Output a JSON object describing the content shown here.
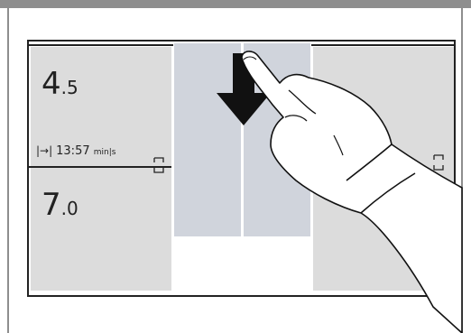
{
  "display": {
    "top_value": {
      "main": "4",
      "decimal": ".5"
    },
    "bottom_value": {
      "main": "7",
      "decimal": ".0"
    },
    "timer": {
      "symbol": "|→|",
      "time": "13:57",
      "unit": "min|s"
    }
  },
  "icons": {
    "swipe_arrow": "down-arrow-icon",
    "finger": "hand-pointer-icon",
    "panel_handle": "bracket-handle-icon"
  },
  "colors": {
    "frame": "#8e8e8e",
    "side_panel": "#dcdcdc",
    "center_panel": "#d0d4dc",
    "line": "#222222"
  }
}
